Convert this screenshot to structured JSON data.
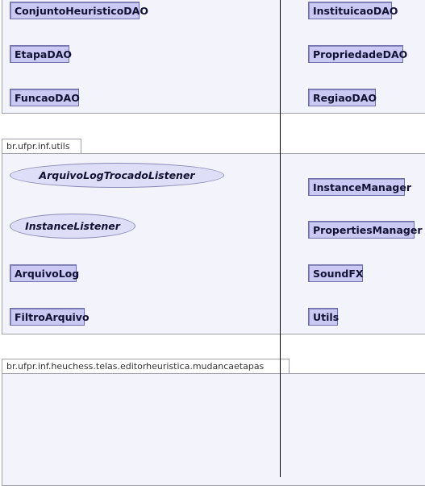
{
  "top_package": {
    "classes_left": [
      "ConjuntoHeuristicoDAO",
      "EtapaDAO",
      "FuncaoDAO"
    ],
    "classes_right": [
      "InstituicaoDAO",
      "PropriedadeDAO",
      "RegiaoDAO"
    ]
  },
  "utils_package": {
    "name": "br.ufpr.inf.utils",
    "interfaces": [
      "ArquivoLogTrocadoListener",
      "InstanceListener"
    ],
    "classes_left": [
      "ArquivoLog",
      "FiltroArquivo"
    ],
    "classes_right": [
      "InstanceManager",
      "PropertiesManager",
      "SoundFX",
      "Utils"
    ]
  },
  "mudanca_package": {
    "name": "br.ufpr.inf.heuchess.telas.editorheuristica.mudancaetapas"
  }
}
